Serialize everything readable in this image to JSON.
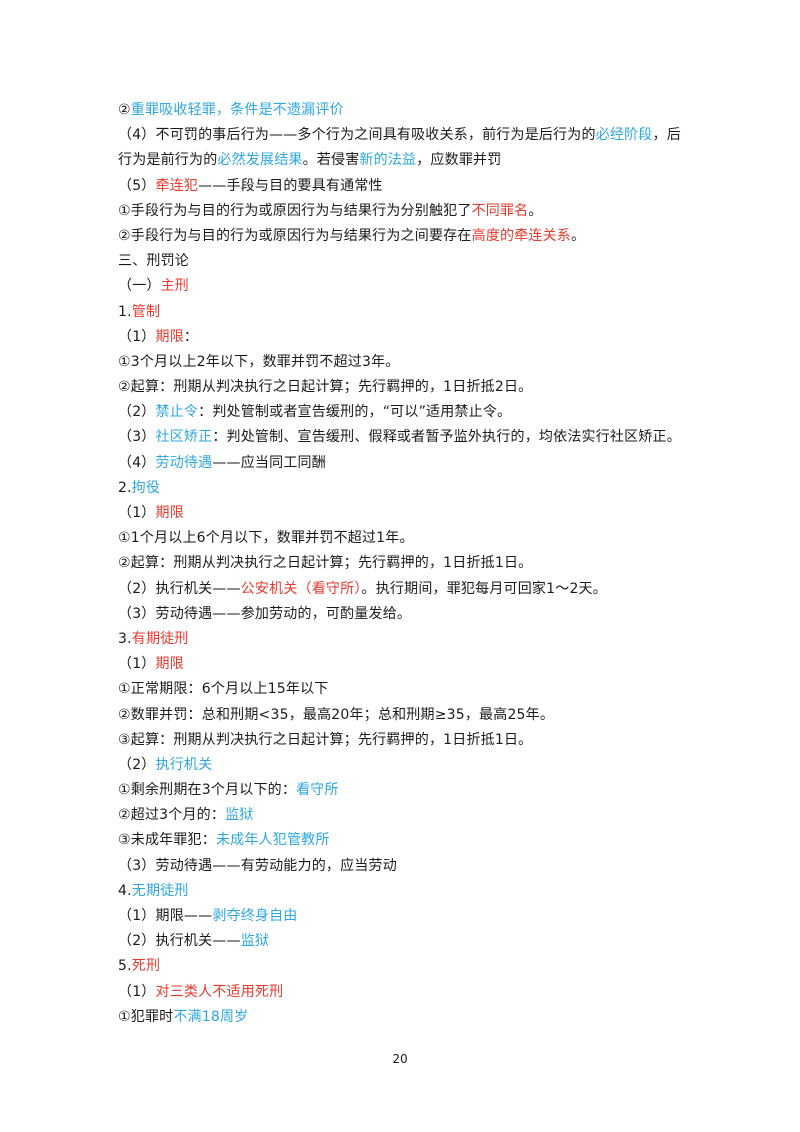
{
  "lines": [
    [
      {
        "t": "②"
      },
      {
        "t": "重罪吸收轻罪，条件是不遗漏评价",
        "c": "blue"
      }
    ],
    [
      {
        "t": "（4）不可罚的事后行为——多个行为之间具有吸收关系，前行为是后行为的"
      },
      {
        "t": "必经阶段",
        "c": "blue"
      },
      {
        "t": "，后"
      }
    ],
    [
      {
        "t": "行为是前行为的"
      },
      {
        "t": "必然发展结果",
        "c": "blue"
      },
      {
        "t": "。若侵害"
      },
      {
        "t": "新的法益",
        "c": "blue"
      },
      {
        "t": "，应数罪并罚"
      }
    ],
    [
      {
        "t": "（5）"
      },
      {
        "t": "牵连犯",
        "c": "red"
      },
      {
        "t": "——手段与目的要具有通常性"
      }
    ],
    [
      {
        "t": "①手段行为与目的行为或原因行为与结果行为分别触犯了"
      },
      {
        "t": "不同罪名",
        "c": "red"
      },
      {
        "t": "。"
      }
    ],
    [
      {
        "t": "②手段行为与目的行为或原因行为与结果行为之间要存在"
      },
      {
        "t": "高度的牵连关系",
        "c": "red"
      },
      {
        "t": "。"
      }
    ],
    [
      {
        "t": "三、刑罚论"
      }
    ],
    [
      {
        "t": "（一）"
      },
      {
        "t": "主刑",
        "c": "red"
      }
    ],
    [
      {
        "t": "1."
      },
      {
        "t": "管制",
        "c": "red"
      }
    ],
    [
      {
        "t": "（1）"
      },
      {
        "t": "期限",
        "c": "red"
      },
      {
        "t": "："
      }
    ],
    [
      {
        "t": "①3个月以上2年以下，数罪并罚不超过3年。"
      }
    ],
    [
      {
        "t": "②起算：刑期从判决执行之日起计算；先行羁押的，1日折抵2日。"
      }
    ],
    [
      {
        "t": "（2）"
      },
      {
        "t": "禁止令",
        "c": "blue"
      },
      {
        "t": "：判处管制或者宣告缓刑的，“可以”适用禁止令。"
      }
    ],
    [
      {
        "t": "（3）"
      },
      {
        "t": "社区矫正",
        "c": "blue"
      },
      {
        "t": "：判处管制、宣告缓刑、假释或者暂予监外执行的，均依法实行社区矫正。"
      }
    ],
    [
      {
        "t": "（4）"
      },
      {
        "t": "劳动待遇",
        "c": "blue"
      },
      {
        "t": "——应当同工同酬"
      }
    ],
    [
      {
        "t": "2."
      },
      {
        "t": "拘役",
        "c": "blue"
      }
    ],
    [
      {
        "t": "（1）"
      },
      {
        "t": "期限",
        "c": "red"
      }
    ],
    [
      {
        "t": "①1个月以上6个月以下，数罪并罚不超过1年。"
      }
    ],
    [
      {
        "t": "②起算：刑期从判决执行之日起计算；先行羁押的，1日折抵1日。"
      }
    ],
    [
      {
        "t": "（2）执行机关——"
      },
      {
        "t": "公安机关（看守所）",
        "c": "red"
      },
      {
        "t": "。执行期间，罪犯每月可回家1～2天。"
      }
    ],
    [
      {
        "t": "（3）劳动待遇——参加劳动的，可酌量发给。"
      }
    ],
    [
      {
        "t": "3."
      },
      {
        "t": "有期徒刑",
        "c": "red"
      }
    ],
    [
      {
        "t": "（1）"
      },
      {
        "t": "期限",
        "c": "red"
      }
    ],
    [
      {
        "t": "①正常期限：6个月以上15年以下"
      }
    ],
    [
      {
        "t": "②数罪并罚：总和刑期<35，最高20年；总和刑期≥35，最高25年。"
      }
    ],
    [
      {
        "t": "③起算：刑期从判决执行之日起计算；先行羁押的，1日折抵1日。"
      }
    ],
    [
      {
        "t": "（2）"
      },
      {
        "t": "执行机关",
        "c": "blue"
      }
    ],
    [
      {
        "t": "①剩余刑期在3个月以下的："
      },
      {
        "t": "看守所",
        "c": "blue"
      }
    ],
    [
      {
        "t": "②超过3个月的："
      },
      {
        "t": "监狱",
        "c": "blue"
      }
    ],
    [
      {
        "t": "③未成年罪犯："
      },
      {
        "t": "未成年人犯管教所",
        "c": "blue"
      }
    ],
    [
      {
        "t": "（3）劳动待遇——有劳动能力的，应当劳动"
      }
    ],
    [
      {
        "t": "4."
      },
      {
        "t": "无期徒刑",
        "c": "blue"
      }
    ],
    [
      {
        "t": "（1）期限——"
      },
      {
        "t": "剥夺终身自由",
        "c": "blue"
      }
    ],
    [
      {
        "t": "（2）执行机关——"
      },
      {
        "t": "监狱",
        "c": "blue"
      }
    ],
    [
      {
        "t": "5."
      },
      {
        "t": "死刑",
        "c": "red"
      }
    ],
    [
      {
        "t": "（1）"
      },
      {
        "t": "对三类人不适用死刑",
        "c": "red"
      }
    ],
    [
      {
        "t": "①犯罪时"
      },
      {
        "t": "不满18周岁",
        "c": "blue"
      }
    ]
  ],
  "page_number": "20",
  "colors": {
    "text": "#1a1a1a",
    "blue": "#2ea7e0",
    "red": "#e83a2e"
  }
}
